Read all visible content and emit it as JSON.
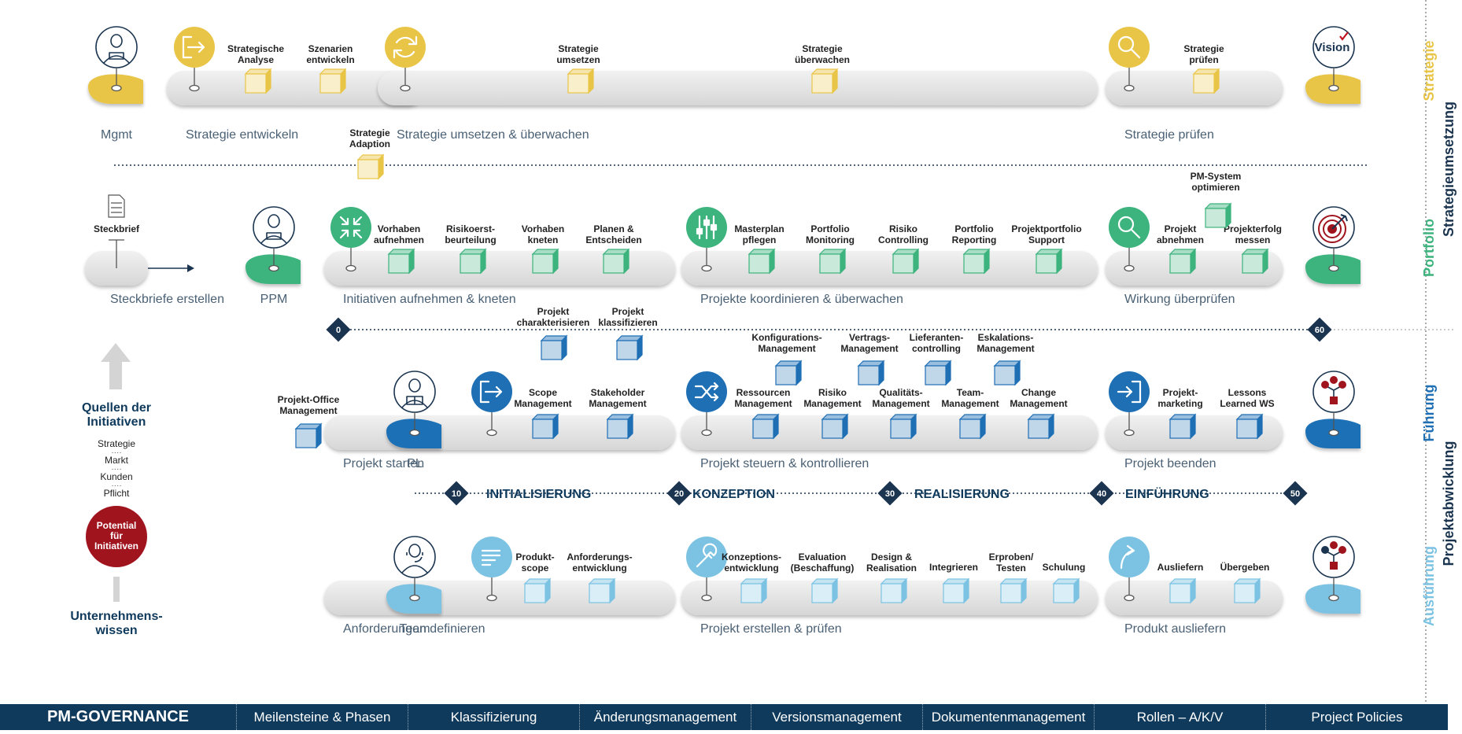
{
  "rows": [
    {
      "id": "strategie",
      "role": {
        "label": "Mgmt",
        "icon": "person-laptop-icon"
      },
      "end_icon": "vision-icon",
      "end_text": "Vision",
      "color": "#e9c547",
      "phases": [
        {
          "title": "Strategie entwickeln",
          "icon": "exit-arrow-icon",
          "tasks": [
            [
              "Strategische",
              "Analyse"
            ],
            [
              "Szenarien",
              "entwickeln"
            ]
          ]
        },
        {
          "title": "Strategie umsetzen & überwachen",
          "icon": "refresh-icon",
          "tasks": [
            [
              "Strategie",
              "umsetzen"
            ],
            [
              "Strategie",
              "überwachen"
            ]
          ]
        },
        {
          "title": "Strategie prüfen",
          "icon": "magnifier-icon",
          "tasks": [
            [
              "Strategie",
              "prüfen"
            ]
          ]
        }
      ]
    },
    {
      "id": "portfolio",
      "role": {
        "label": "PPM",
        "icon": "person-laptop-icon"
      },
      "end_icon": "target-icon",
      "color": "#3db37e",
      "phases": [
        {
          "title": "Initiativen aufnehmen & kneten",
          "icon": "compress-arrows-icon",
          "tasks": [
            [
              "Vorhaben",
              "aufnehmen"
            ],
            [
              "Risikoerst-",
              "beurteilung"
            ],
            [
              "Vorhaben",
              "kneten"
            ],
            [
              "Planen &",
              "Entscheiden"
            ]
          ]
        },
        {
          "title": "Projekte koordinieren & überwachen",
          "icon": "sliders-icon",
          "tasks": [
            [
              "Masterplan",
              "pflegen"
            ],
            [
              "Portfolio",
              "Monitoring"
            ],
            [
              "Risiko",
              "Controlling"
            ],
            [
              "Portfolio",
              "Reporting"
            ],
            [
              "Projektportfolio",
              "Support"
            ]
          ]
        },
        {
          "title": "Wirkung überprüfen",
          "icon": "magnifier-icon",
          "tasks": [
            [
              "Projekt",
              "abnehmen"
            ],
            [
              "Projekterfolg",
              "messen"
            ]
          ]
        }
      ],
      "extra_tasks": [
        [
          "PM-System",
          "optimieren"
        ],
        [
          "Strategie",
          "Adaption"
        ]
      ]
    },
    {
      "id": "fuehrung",
      "role": {
        "label": "PL",
        "icon": "person-book-icon"
      },
      "end_icon": "org-chart-icon",
      "color": "#1f6fb5",
      "phases": [
        {
          "title": "Projekt starten",
          "icon": "exit-arrow-icon",
          "tasks": [
            [
              "Scope",
              "Management"
            ],
            [
              "Stakeholder",
              "Management"
            ]
          ]
        },
        {
          "title": "Projekt steuern & kontrollieren",
          "icon": "shuffle-icon",
          "tasks": [
            [
              "Ressourcen",
              "Management"
            ],
            [
              "Risiko",
              "Management"
            ],
            [
              "Qualitäts-",
              "Management"
            ],
            [
              "Team-",
              "Management"
            ],
            [
              "Change",
              "Management"
            ]
          ]
        },
        {
          "title": "Projekt beenden",
          "icon": "enter-arrow-icon",
          "tasks": [
            [
              "Projekt-",
              "marketing"
            ],
            [
              "Lessons",
              "Learned WS"
            ]
          ]
        }
      ],
      "extra_tasks": [
        [
          "Projekt",
          "charakterisieren"
        ],
        [
          "Projekt",
          "klassifizieren"
        ],
        [
          "Konfigurations-",
          "Management"
        ],
        [
          "Vertrags-",
          "Management"
        ],
        [
          "Lieferanten-",
          "controlling"
        ],
        [
          "Eskalations-",
          "Management"
        ]
      ]
    },
    {
      "id": "ausfuehrung",
      "role": {
        "label": "Team",
        "icon": "person-headset-icon"
      },
      "end_icon": "org-chart-icon",
      "color": "#7cc3e3",
      "phases": [
        {
          "title": "Anforderungen definieren",
          "icon": "text-lines-icon",
          "tasks": [
            [
              "Produkt-",
              "scope"
            ],
            [
              "Anforderungs-",
              "entwicklung"
            ]
          ]
        },
        {
          "title": "Projekt erstellen & prüfen",
          "icon": "wrench-icon",
          "tasks": [
            [
              "Konzeptions-",
              "entwicklung"
            ],
            [
              "Evaluation",
              "(Beschaffung)"
            ],
            [
              "Design &",
              "Realisation"
            ],
            [
              "Integrieren"
            ],
            [
              "Erproben/",
              "Testen"
            ],
            [
              "Schulung"
            ]
          ]
        },
        {
          "title": "Produkt ausliefern",
          "icon": "upload-arrow-icon",
          "tasks": [
            [
              "Ausliefern"
            ],
            [
              "Übergeben"
            ]
          ]
        }
      ]
    }
  ],
  "steckbrief": {
    "label": "Steckbrief",
    "title": "Steckbriefe erstellen"
  },
  "office": [
    "Projekt-Office",
    "Management"
  ],
  "milestones": [
    {
      "n": "0"
    },
    {
      "n": "10",
      "label": "INITIALISIERUNG"
    },
    {
      "n": "20",
      "label": "KONZEPTION"
    },
    {
      "n": "30",
      "label": "REALISIERUNG"
    },
    {
      "n": "40",
      "label": "EINFÜHRUNG"
    },
    {
      "n": "50"
    },
    {
      "n": "60"
    }
  ],
  "sources": {
    "title": [
      "Quellen der",
      "Initiativen"
    ],
    "items": [
      "Strategie",
      "Markt",
      "Kunden",
      "Pflicht"
    ],
    "potential": [
      "Potential",
      "für",
      "Initiativen"
    ],
    "bottom": [
      "Unternehmens-",
      "wissen"
    ]
  },
  "side_labels": {
    "strategie": "Strategie",
    "portfolio": "Portfolio",
    "fuehrung": "Führung",
    "ausfuehrung": "Ausführung",
    "strategieumsetzung": "Strategieumsetzung",
    "projektabwicklung": "Projektabwicklung"
  },
  "footer": [
    "PM-GOVERNANCE",
    "Meilensteine & Phasen",
    "Klassifizierung",
    "Änderungsmanagement",
    "Versionsmanagement",
    "Dokumentenmanagement",
    "Rollen – A/K/V",
    "Project Policies"
  ],
  "colors": {
    "strategie": "#e9c547",
    "portfolio": "#3db37e",
    "fuehrung": "#1f6fb5",
    "ausfuehrung": "#7cc3e3",
    "navy": "#0f3a5c",
    "potential": "#a0141e"
  }
}
